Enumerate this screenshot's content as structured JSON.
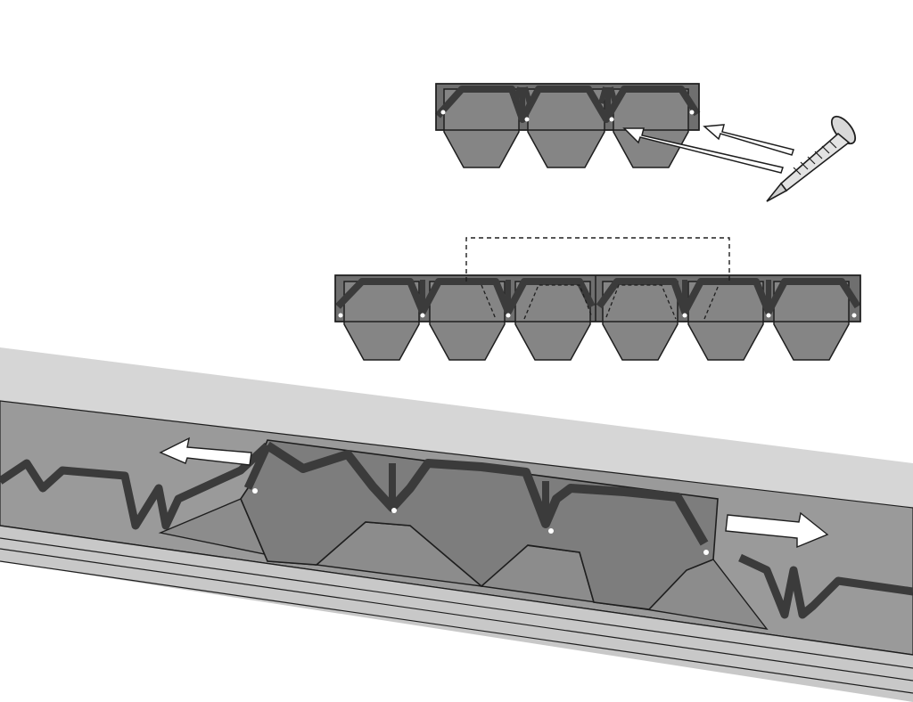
{
  "diagram": {
    "components": [
      "shingle-strip",
      "roofing-nail",
      "overlap-joint",
      "ridge-shingle-row",
      "slide-arrow-left",
      "slide-arrow-right"
    ],
    "colors": {
      "shingle_fill": "#828282",
      "shingle_body": "#6e6e6e",
      "strap": "#3a3a3a",
      "outline": "#1e1e1e",
      "roof_light": "#d9d9d9",
      "roof_mid": "#9a9a9a",
      "background": "#ffffff",
      "arrow_fill": "#ffffff"
    },
    "steps": [
      {
        "id": "nail-strip",
        "shingles_in_strip": 3,
        "nails_per_strip": 3
      },
      {
        "id": "overlap-strips",
        "strips_joined": 2,
        "overlap": "dashed-outline"
      },
      {
        "id": "slide-into-place",
        "directions": [
          "left",
          "right"
        ]
      }
    ]
  }
}
